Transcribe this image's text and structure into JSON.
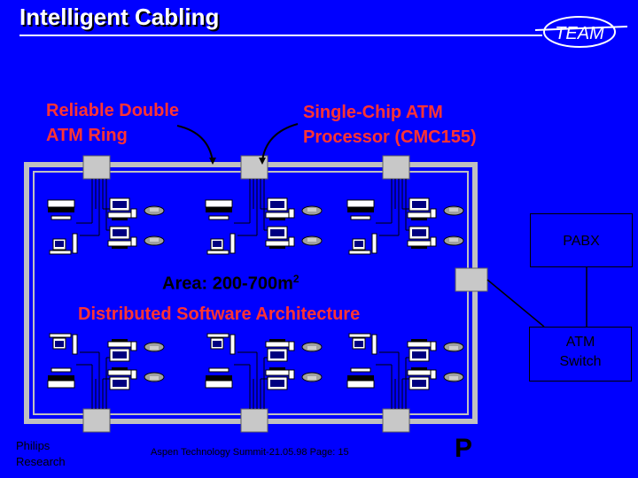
{
  "title": "Intelligent Cabling",
  "logo_text": "TEAM",
  "callouts": {
    "ring": "Reliable Double\nATM Ring",
    "processor": "Single-Chip ATM\nProcessor (CMC155)"
  },
  "area": {
    "prefix": "Area: 200-700m",
    "superscript": "2"
  },
  "architecture_label": "Distributed Software Architecture",
  "pabx_label": "PABX",
  "atm_switch_label": "ATM\nSwitch",
  "footer": {
    "org": "Philips\nResearch",
    "center": "Aspen Technology Summit-21.05.98 Page: 15",
    "logo_letter": "P"
  },
  "colors": {
    "background": "#0000ff",
    "callout_red": "#ff3333",
    "title_white": "#ffffff",
    "ring_border": "#c0c0c0"
  }
}
